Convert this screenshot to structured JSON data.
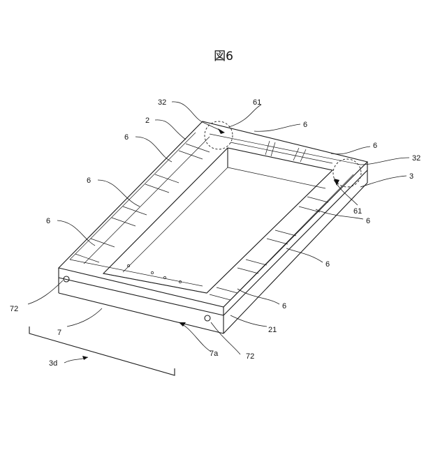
{
  "figure": {
    "title": "図6"
  },
  "labels": {
    "l32a": "32",
    "l61a": "61",
    "l2": "2",
    "l6a": "6",
    "l6b": "6",
    "l6c": "6",
    "l6d": "6",
    "l32b": "32",
    "l3": "3",
    "l6e": "6",
    "l61b": "61",
    "l6f": "6",
    "l6g": "6",
    "l6h": "6",
    "l72a": "72",
    "l7": "7",
    "l3d": "3d",
    "l7a": "7a",
    "l72b": "72",
    "l21": "21"
  }
}
